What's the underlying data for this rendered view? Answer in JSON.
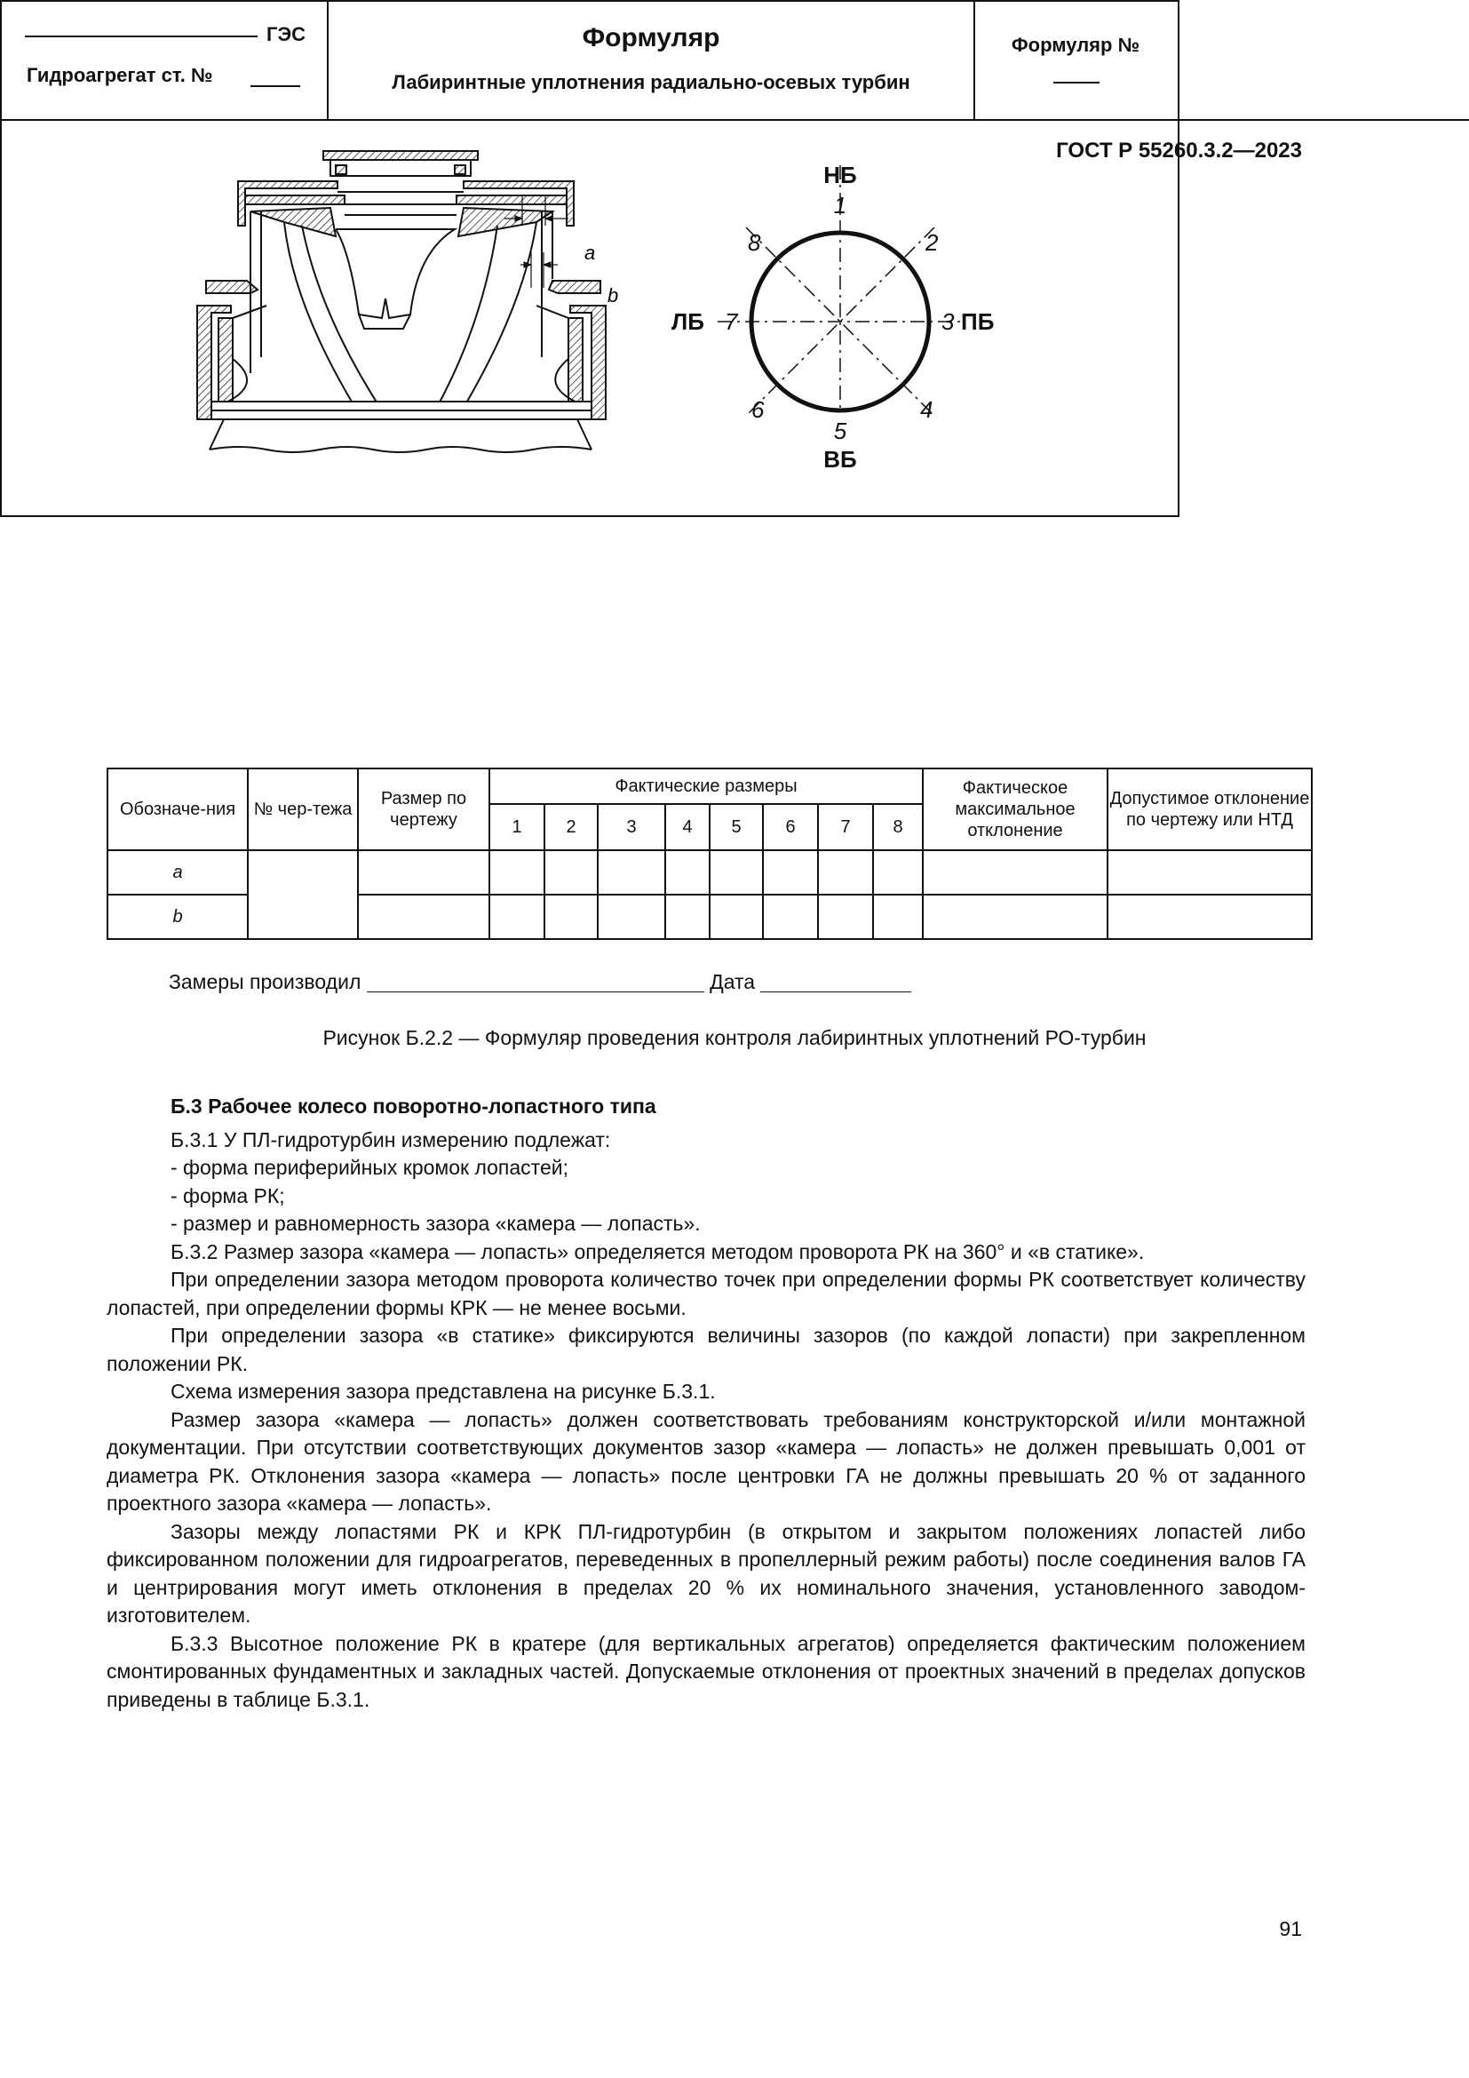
{
  "header": {
    "doc_code": "ГОСТ Р 55260.3.2—2023"
  },
  "form": {
    "ges_suffix": "ГЭС",
    "unit_label": "Гидроагрегат ст. №",
    "title": "Формуляр",
    "subtitle": "Лабиринтные уплотнения радиально-осевых турбин",
    "number_label": "Формуляр №"
  },
  "figure": {
    "dim_a": "a",
    "dim_b": "b",
    "top_label": "НБ",
    "bottom_label": "ВБ",
    "left_label": "ЛБ",
    "right_label": "ПБ",
    "points": [
      "1",
      "2",
      "3",
      "4",
      "5",
      "6",
      "7",
      "8"
    ]
  },
  "table": {
    "col_designation": "Обозначе-ния",
    "col_drawing": "№ чер-тежа",
    "col_size": "Размер по чертежу",
    "col_actual": "Фактические размеры",
    "actual_cols": [
      "1",
      "2",
      "3",
      "4",
      "5",
      "6",
      "7",
      "8"
    ],
    "col_max_dev": "Фактическое максимальное отклонение",
    "col_allowed": "Допустимое отклонение по чертежу или НТД",
    "rows": [
      "a",
      "b"
    ]
  },
  "signature": {
    "measured_by": "Замеры производил",
    "date": "Дата"
  },
  "caption": "Рисунок Б.2.2 — Формуляр проведения контроля лабиринтных уплотнений РО-турбин",
  "section": {
    "heading": "Б.3 Рабочее колесо поворотно-лопастного типа",
    "p1": "Б.3.1 У ПЛ-гидротурбин измерению подлежат:",
    "l1": "- форма периферийных кромок лопастей;",
    "l2": "- форма РК;",
    "l3": "- размер и равномерность зазора «камера — лопасть».",
    "p2": "Б.3.2 Размер зазора «камера — лопасть» определяется методом проворота РК на 360° и «в статике».",
    "p3": "При определении зазора методом проворота количество точек при определении формы РК соответствует количеству лопастей, при определении формы КРК — не менее восьми.",
    "p4": "При определении зазора «в статике» фиксируются величины зазоров (по каждой лопасти) при закрепленном положении РК.",
    "p5": "Схема измерения зазора представлена на рисунке Б.3.1.",
    "p6": "Размер зазора «камера — лопасть» должен соответствовать требованиям конструкторской и/или монтажной документации. При отсутствии соответствующих документов зазор «камера — лопасть» не должен превышать 0,001 от диаметра РК. Отклонения зазора «камера — лопасть» после центровки ГА не должны превышать 20 % от заданного проектного зазора «камера — лопасть».",
    "p7": "Зазоры между лопастями РК и КРК ПЛ-гидротурбин (в открытом и закрытом положениях лопастей либо фиксированном положении для гидроагрегатов, переведенных в пропеллерный режим работы) после соединения валов ГА и центрирования могут иметь отклонения в пределах 20 % их номинального значения, установленного заводом-изготовителем.",
    "p8": "Б.3.3 Высотное положение РК в кратере (для вертикальных агрегатов) определяется фактическим положением смонтированных фундаментных и закладных частей. Допускаемые отклонения от проектных значений в пределах допусков приведены в таблице Б.3.1."
  },
  "footer": {
    "page_number": "91"
  }
}
